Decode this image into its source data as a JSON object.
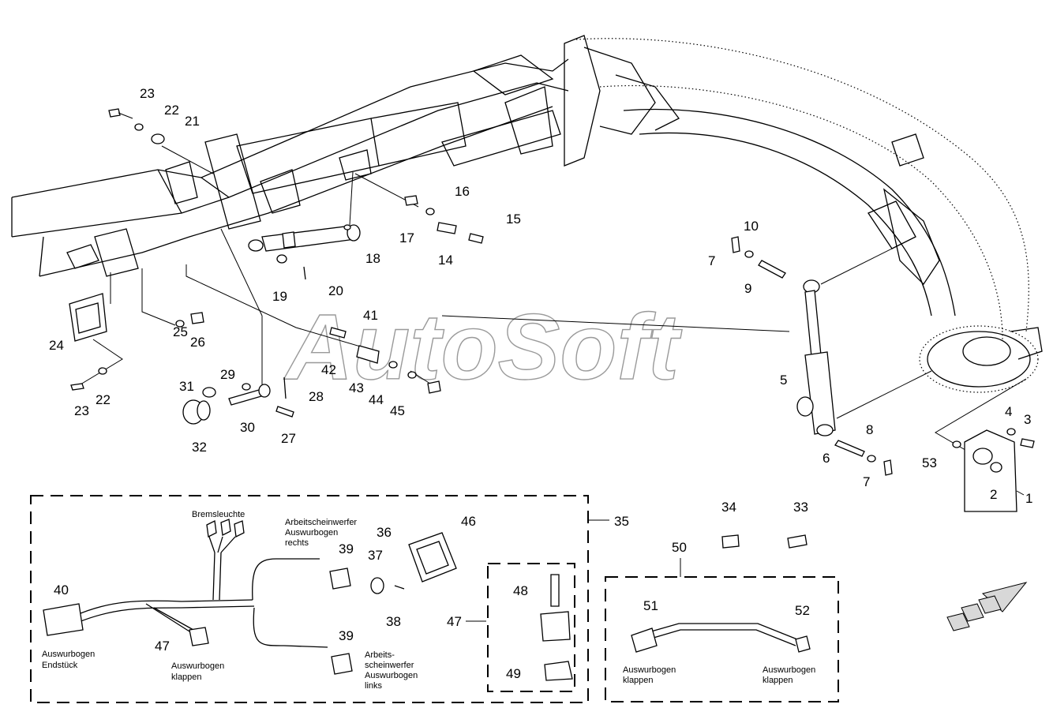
{
  "watermark": "AutoSoft",
  "part_numbers": {
    "p1": "1",
    "p2": "2",
    "p3": "3",
    "p4": "4",
    "p5": "5",
    "p6": "6",
    "p7a": "7",
    "p7b": "7",
    "p8": "8",
    "p9": "9",
    "p10": "10",
    "p14": "14",
    "p15": "15",
    "p16": "16",
    "p17": "17",
    "p18": "18",
    "p19": "19",
    "p20": "20",
    "p21": "21",
    "p22a": "22",
    "p22b": "22",
    "p23a": "23",
    "p23b": "23",
    "p24": "24",
    "p25": "25",
    "p26": "26",
    "p27": "27",
    "p28": "28",
    "p29": "29",
    "p30": "30",
    "p31": "31",
    "p32": "32",
    "p33": "33",
    "p34": "34",
    "p35": "35",
    "p36": "36",
    "p37": "37",
    "p38": "38",
    "p39a": "39",
    "p39b": "39",
    "p40": "40",
    "p41": "41",
    "p42": "42",
    "p43": "43",
    "p44": "44",
    "p45": "45",
    "p46": "46",
    "p47a": "47",
    "p47b": "47",
    "p48": "48",
    "p49": "49",
    "p50": "50",
    "p51": "51",
    "p52": "52",
    "p53": "53"
  },
  "labels": {
    "bremsleuchte": "Bremsleuchte",
    "ws_rechts_1": "Arbeitscheinwerfer",
    "ws_rechts_2": "Auswurbogen",
    "ws_rechts_3": "rechts",
    "ws_links_1": "Arbeits-",
    "ws_links_2": "scheinwerfer",
    "ws_links_3": "Auswurbogen",
    "ws_links_4": "links",
    "endstueck_1": "Auswurbogen",
    "endstueck_2": "Endstück",
    "klappen_47_1": "Auswurbogen",
    "klappen_47_2": "klappen",
    "klappen_51_1": "Auswurbogen",
    "klappen_51_2": "klappen",
    "klappen_52_1": "Auswurbogen",
    "klappen_52_2": "klappen"
  },
  "icons": {
    "nav_arrow": "direction-arrow-icon"
  }
}
